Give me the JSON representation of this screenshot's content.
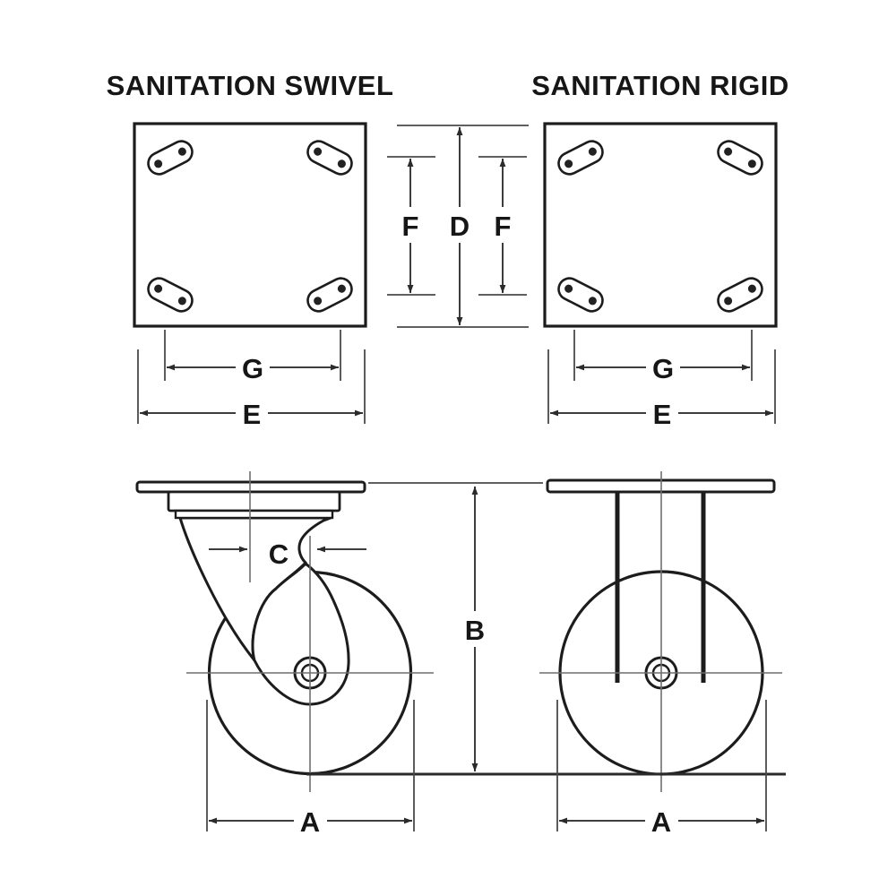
{
  "diagram": {
    "swivel_title": "SANITATION SWIVEL",
    "rigid_title": "SANITATION RIGID",
    "dim_A": "A",
    "dim_B": "B",
    "dim_C": "C",
    "dim_D": "D",
    "dim_E": "E",
    "dim_F": "F",
    "dim_G": "G",
    "colors": {
      "object_line": "#1c1c1c",
      "dimension_line": "#3d3d3d",
      "centerline": "#6f6f6f",
      "background": "#ffffff"
    }
  }
}
